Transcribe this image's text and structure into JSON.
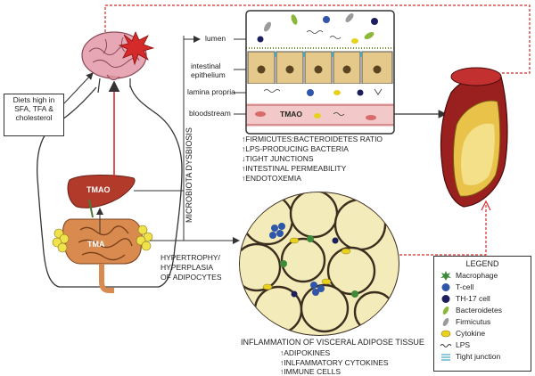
{
  "labels": {
    "diet": "Diets high in SFA, TFA & cholesterol",
    "tmao_liver": "TMAO",
    "tma_gut": "TMA",
    "tmao_blood": "TMAO",
    "microbiota": "MICROBIOTA DYSBIOSIS",
    "lumen": "lumen",
    "intestinal_epithelium_1": "intestinal",
    "intestinal_epithelium_2": "epithelium",
    "lamina_propria": "lamina propria",
    "bloodstream": "bloodstream",
    "hypertrophy_1": "HYPERTROPHY/",
    "hypertrophy_2": "HYPERPLASIA",
    "hypertrophy_3": "OF ADIPOCYTES"
  },
  "gut_effects": [
    "↑FIRMICUTES:BACTEROIDETES RATIO",
    "↑LPS-PRODUCING BACTERIA",
    "↓TIGHT JUNCTIONS",
    "↑INTESTINAL PERMEABILITY",
    "↑ENDOTOXEMIA"
  ],
  "inflammation": {
    "title": "INFLAMMATION OF VISCERAL ADIPOSE TISSUE",
    "items": [
      "↑ADIPOKINES",
      "↑INLFAMMATORY CYTOKINES",
      "↑IMMUNE CELLS"
    ]
  },
  "legend": {
    "title": "LEGEND",
    "items": [
      {
        "label": "Macrophage",
        "icon": "macrophage-icon",
        "color": "#3f8a3a"
      },
      {
        "label": "T-cell",
        "icon": "t-cell-icon",
        "color": "#2f56a8"
      },
      {
        "label": "TH-17 cell",
        "icon": "th17-cell-icon",
        "color": "#1c1f5c"
      },
      {
        "label": "Bacteroidetes",
        "icon": "bacteroidetes-icon",
        "color": "#8cb83a"
      },
      {
        "label": "Firmicutus",
        "icon": "firmicutes-icon",
        "color": "#9a9a9a"
      },
      {
        "label": "Cytokine",
        "icon": "cytokine-icon",
        "color": "#e8d21e"
      },
      {
        "label": "LPS",
        "icon": "lps-icon",
        "color": "#333333"
      },
      {
        "label": "Tight junction",
        "icon": "tight-junction-icon",
        "color": "#4aa8c8"
      }
    ]
  },
  "colors": {
    "arrow_red": "#d42a2a",
    "brain": "#e8a7b4",
    "liver": "#b23a2a",
    "intestine": "#d98a4e",
    "adipose_fat": "#f3e6a8",
    "blood": "#f2c8c8",
    "plaque": "#e9c24a"
  }
}
